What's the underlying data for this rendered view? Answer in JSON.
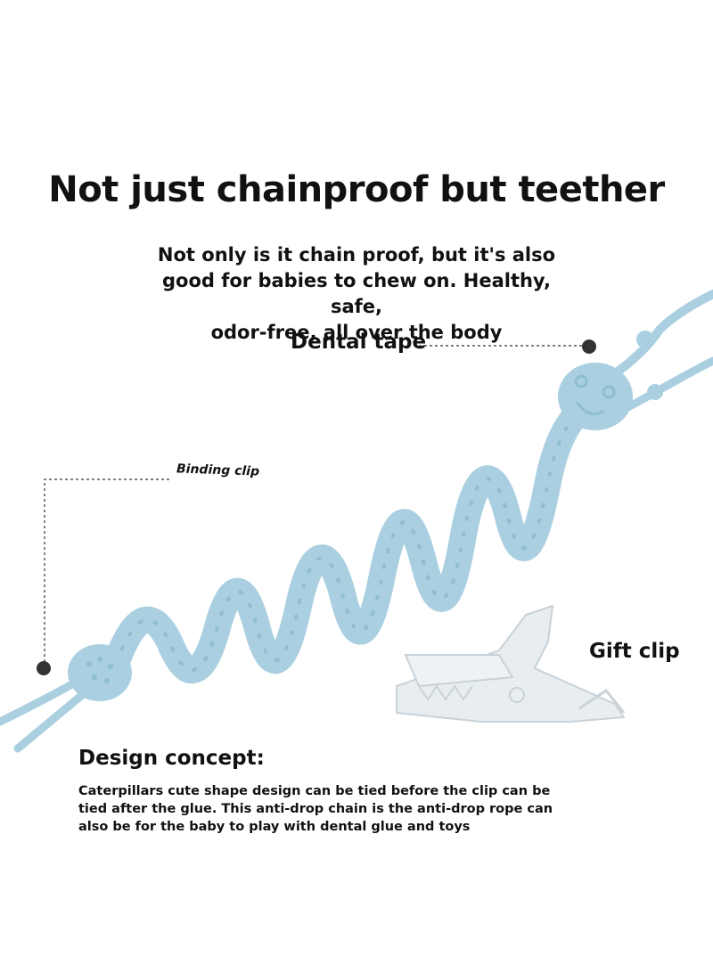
{
  "headline": "Not just chainproof but teether",
  "subtitle": {
    "lines": [
      "Not only is it chain proof, but it's also",
      "good for babies to chew on. Healthy, safe,",
      "odor-free, all over the body"
    ]
  },
  "callouts": {
    "dental_tape": "Dental tape",
    "binding_clip": "Binding clip",
    "gift_clip": "Gift clip"
  },
  "design": {
    "title": "Design concept:",
    "lines": [
      "Caterpillars cute shape design can be tied before the clip can be",
      "tied after the glue. This anti-drop chain is the anti-drop rope can",
      "also be for the baby to play with dental glue and toys"
    ]
  },
  "colors": {
    "strap": "#a9cfe0",
    "strap_shade": "#8fbdd1",
    "clip": "#e8edf0",
    "leader": "#333333"
  }
}
